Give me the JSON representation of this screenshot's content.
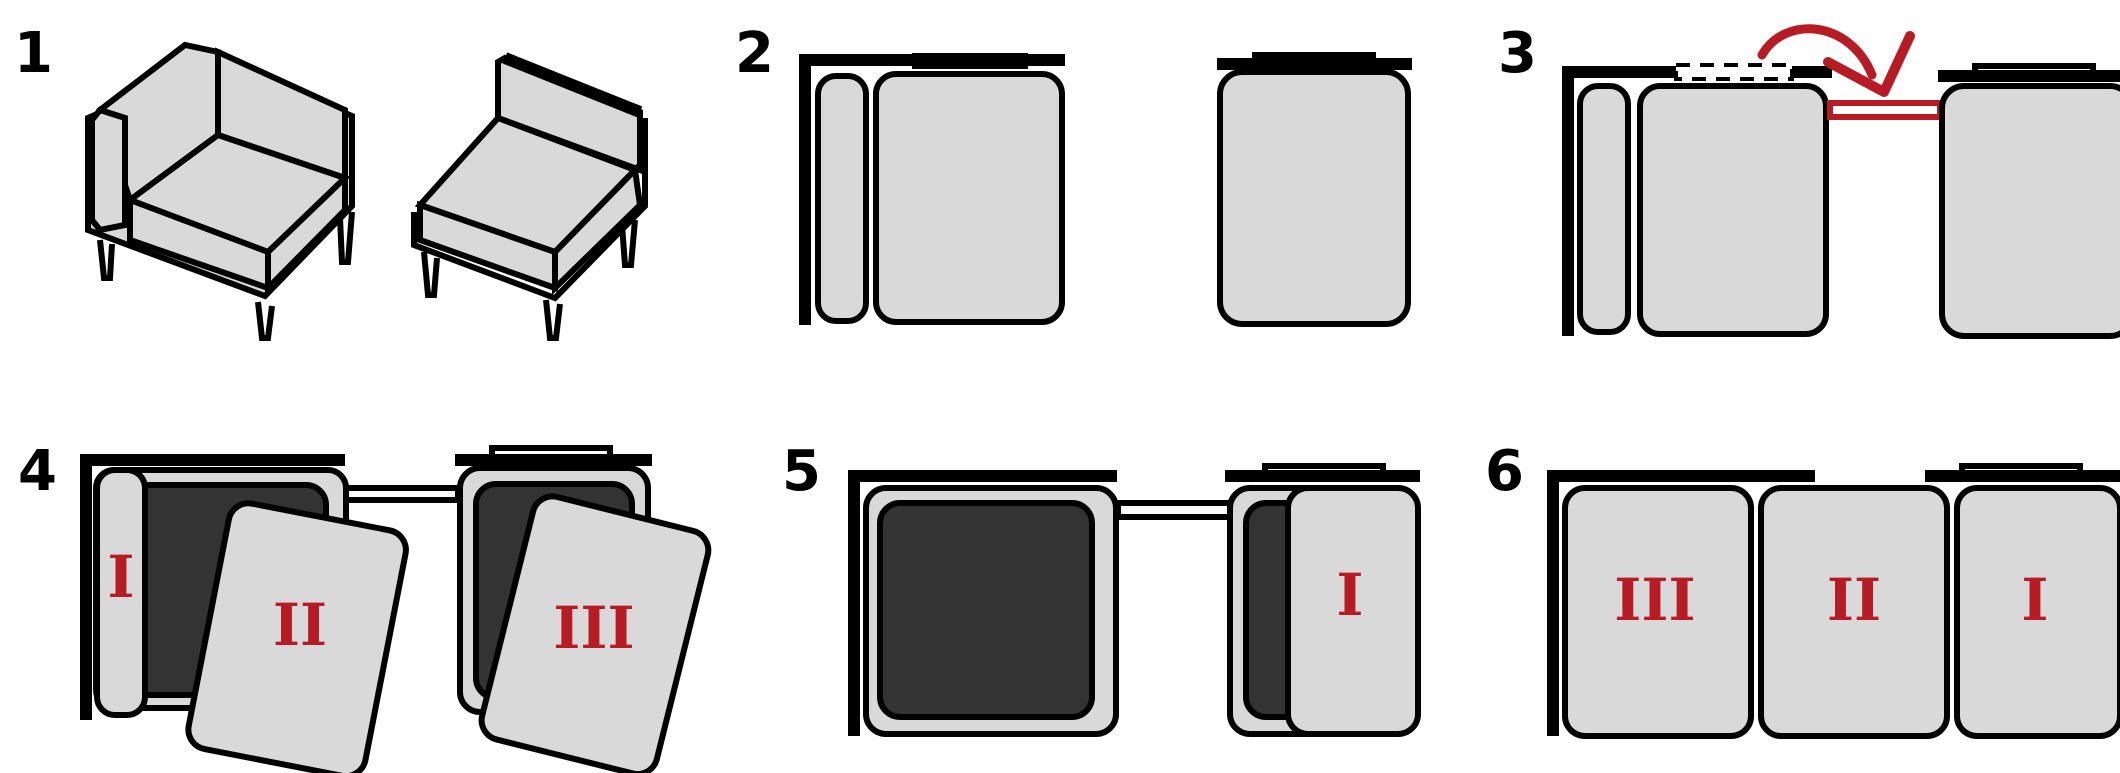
{
  "steps": [
    {
      "number": "1"
    },
    {
      "number": "2"
    },
    {
      "number": "3"
    },
    {
      "number": "4",
      "labels": [
        "I",
        "II",
        "III"
      ]
    },
    {
      "number": "5",
      "labels": [
        "I"
      ]
    },
    {
      "number": "6",
      "labels": [
        "III",
        "II",
        "I"
      ]
    }
  ],
  "colors": {
    "accent": "#b71c24",
    "cushion": "#d9d9d9",
    "base": "#333333",
    "outline": "#000000"
  },
  "icons": [
    "curved-arrow-icon",
    "checkmark-icon",
    "connector-clip-icon"
  ]
}
